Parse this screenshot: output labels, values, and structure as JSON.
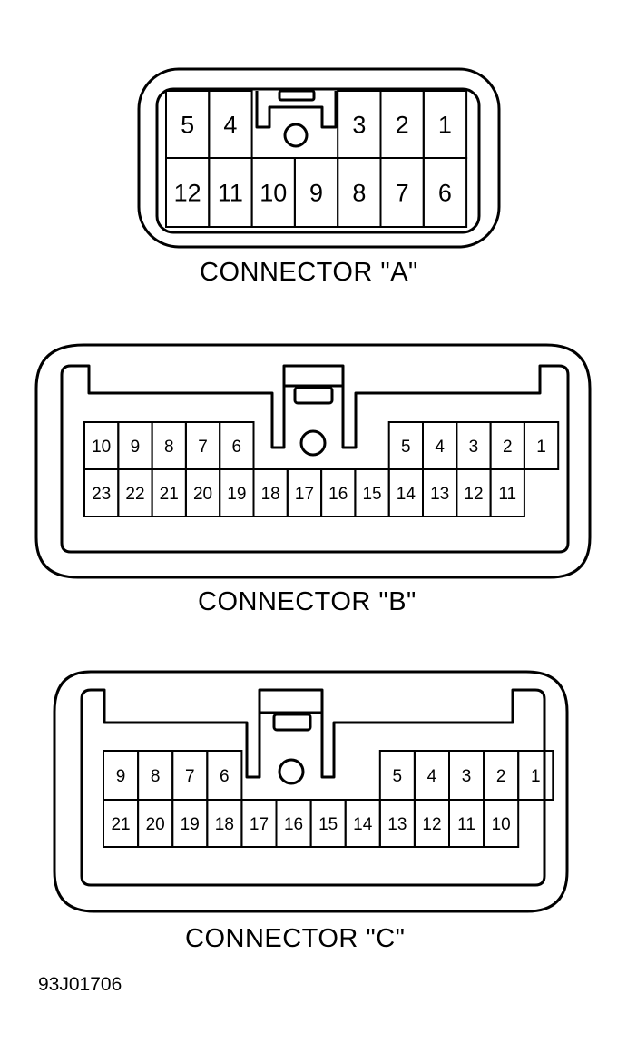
{
  "connectors": [
    {
      "id": "A",
      "label": "CONNECTOR \"A\"",
      "rows": [
        [
          "5",
          "4",
          "",
          "3",
          "2",
          "1"
        ],
        [
          "12",
          "11",
          "10",
          "9",
          "8",
          "7",
          "6"
        ]
      ]
    },
    {
      "id": "B",
      "label": "CONNECTOR \"B\"",
      "rows": [
        [
          "10",
          "9",
          "8",
          "7",
          "6",
          "",
          "5",
          "4",
          "3",
          "2",
          "1"
        ],
        [
          "23",
          "22",
          "21",
          "20",
          "19",
          "18",
          "17",
          "16",
          "15",
          "14",
          "13",
          "12",
          "11"
        ]
      ]
    },
    {
      "id": "C",
      "label": "CONNECTOR \"C\"",
      "rows": [
        [
          "9",
          "8",
          "7",
          "6",
          "",
          "5",
          "4",
          "3",
          "2",
          "1"
        ],
        [
          "21",
          "20",
          "19",
          "18",
          "17",
          "16",
          "15",
          "14",
          "13",
          "12",
          "11",
          "10"
        ]
      ]
    }
  ],
  "figure_code": "93J01706"
}
